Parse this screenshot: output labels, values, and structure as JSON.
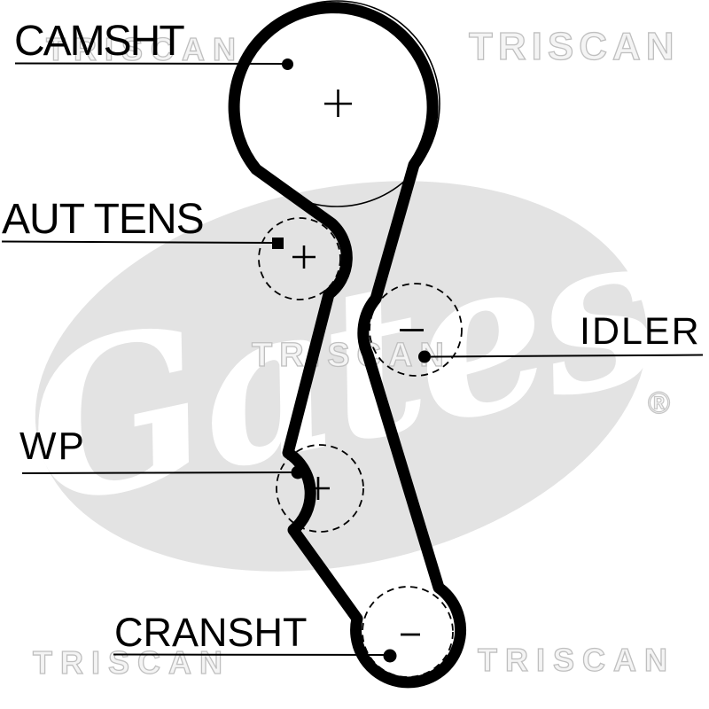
{
  "diagram": {
    "type": "timing-belt-routing",
    "background_color": "#ffffff",
    "line_color": "#000000"
  },
  "watermarks": {
    "triscan": "TRISCAN",
    "triscan_stroke_color": "#bfbfbf",
    "brand": "Gates",
    "brand_blob_color": "#e3e3e3",
    "registered": "®"
  },
  "pulleys": [
    {
      "id": "camshaft",
      "label": "CAMSHT",
      "mark": "+"
    },
    {
      "id": "auto-tensioner",
      "label": "AUT TENS",
      "mark": "+"
    },
    {
      "id": "idler",
      "label": "IDLER",
      "mark": "−"
    },
    {
      "id": "water-pump",
      "label": "WP",
      "mark": "+"
    },
    {
      "id": "crankshaft",
      "label": "CRANSHT",
      "mark": "−"
    }
  ]
}
